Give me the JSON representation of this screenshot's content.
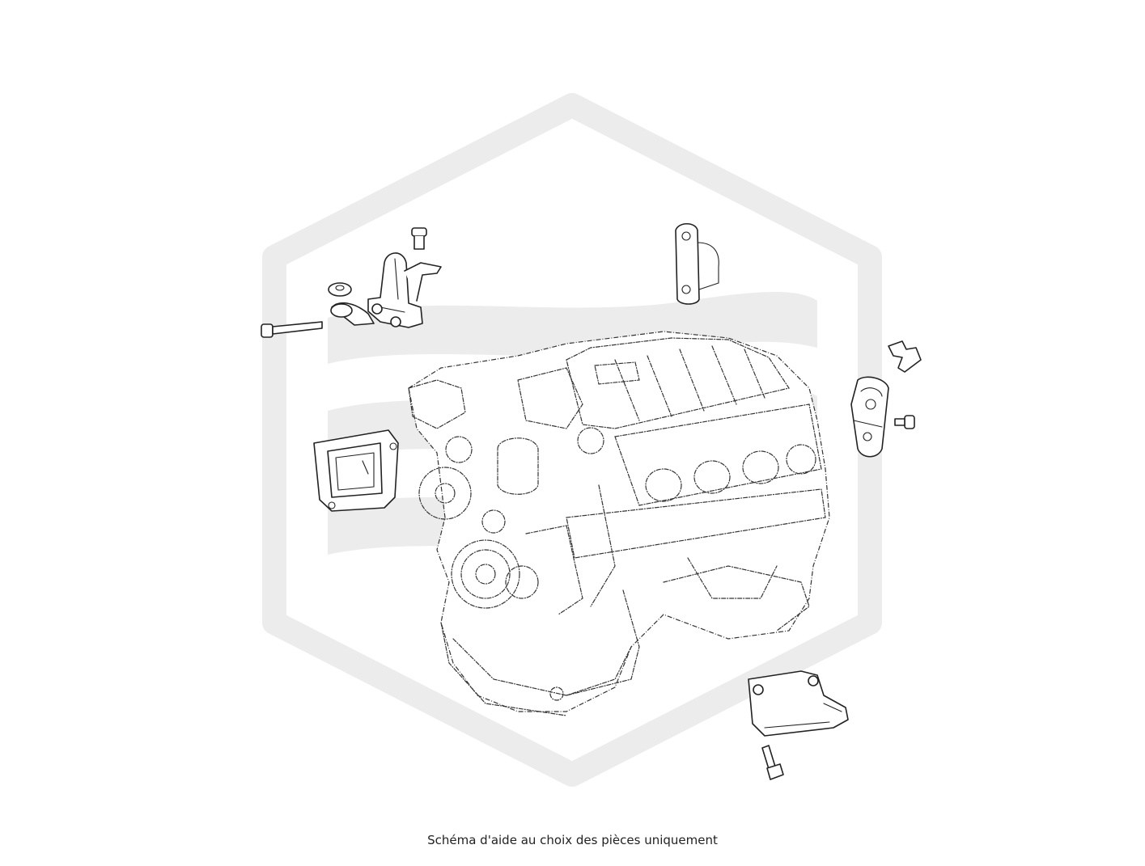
{
  "caption": "Schéma d'aide au choix des pièces uniquement",
  "colors": {
    "background": "#ffffff",
    "watermark": "#ececec",
    "line_art": "#222222",
    "caption_text": "#222222"
  },
  "icons": {
    "watermark": "hexagon-logo-watermark"
  },
  "parts": [
    "engine-block",
    "left-engine-mount-bracket",
    "left-mount-bolt-long",
    "left-mount-bolt-short",
    "left-mount-isolator-washers",
    "upper-engine-lift-bracket",
    "right-engine-mount-bracket",
    "right-mount-clip",
    "right-mount-bolt",
    "transmission-mount-insulator",
    "rear-support-bracket",
    "rear-support-bolt"
  ]
}
